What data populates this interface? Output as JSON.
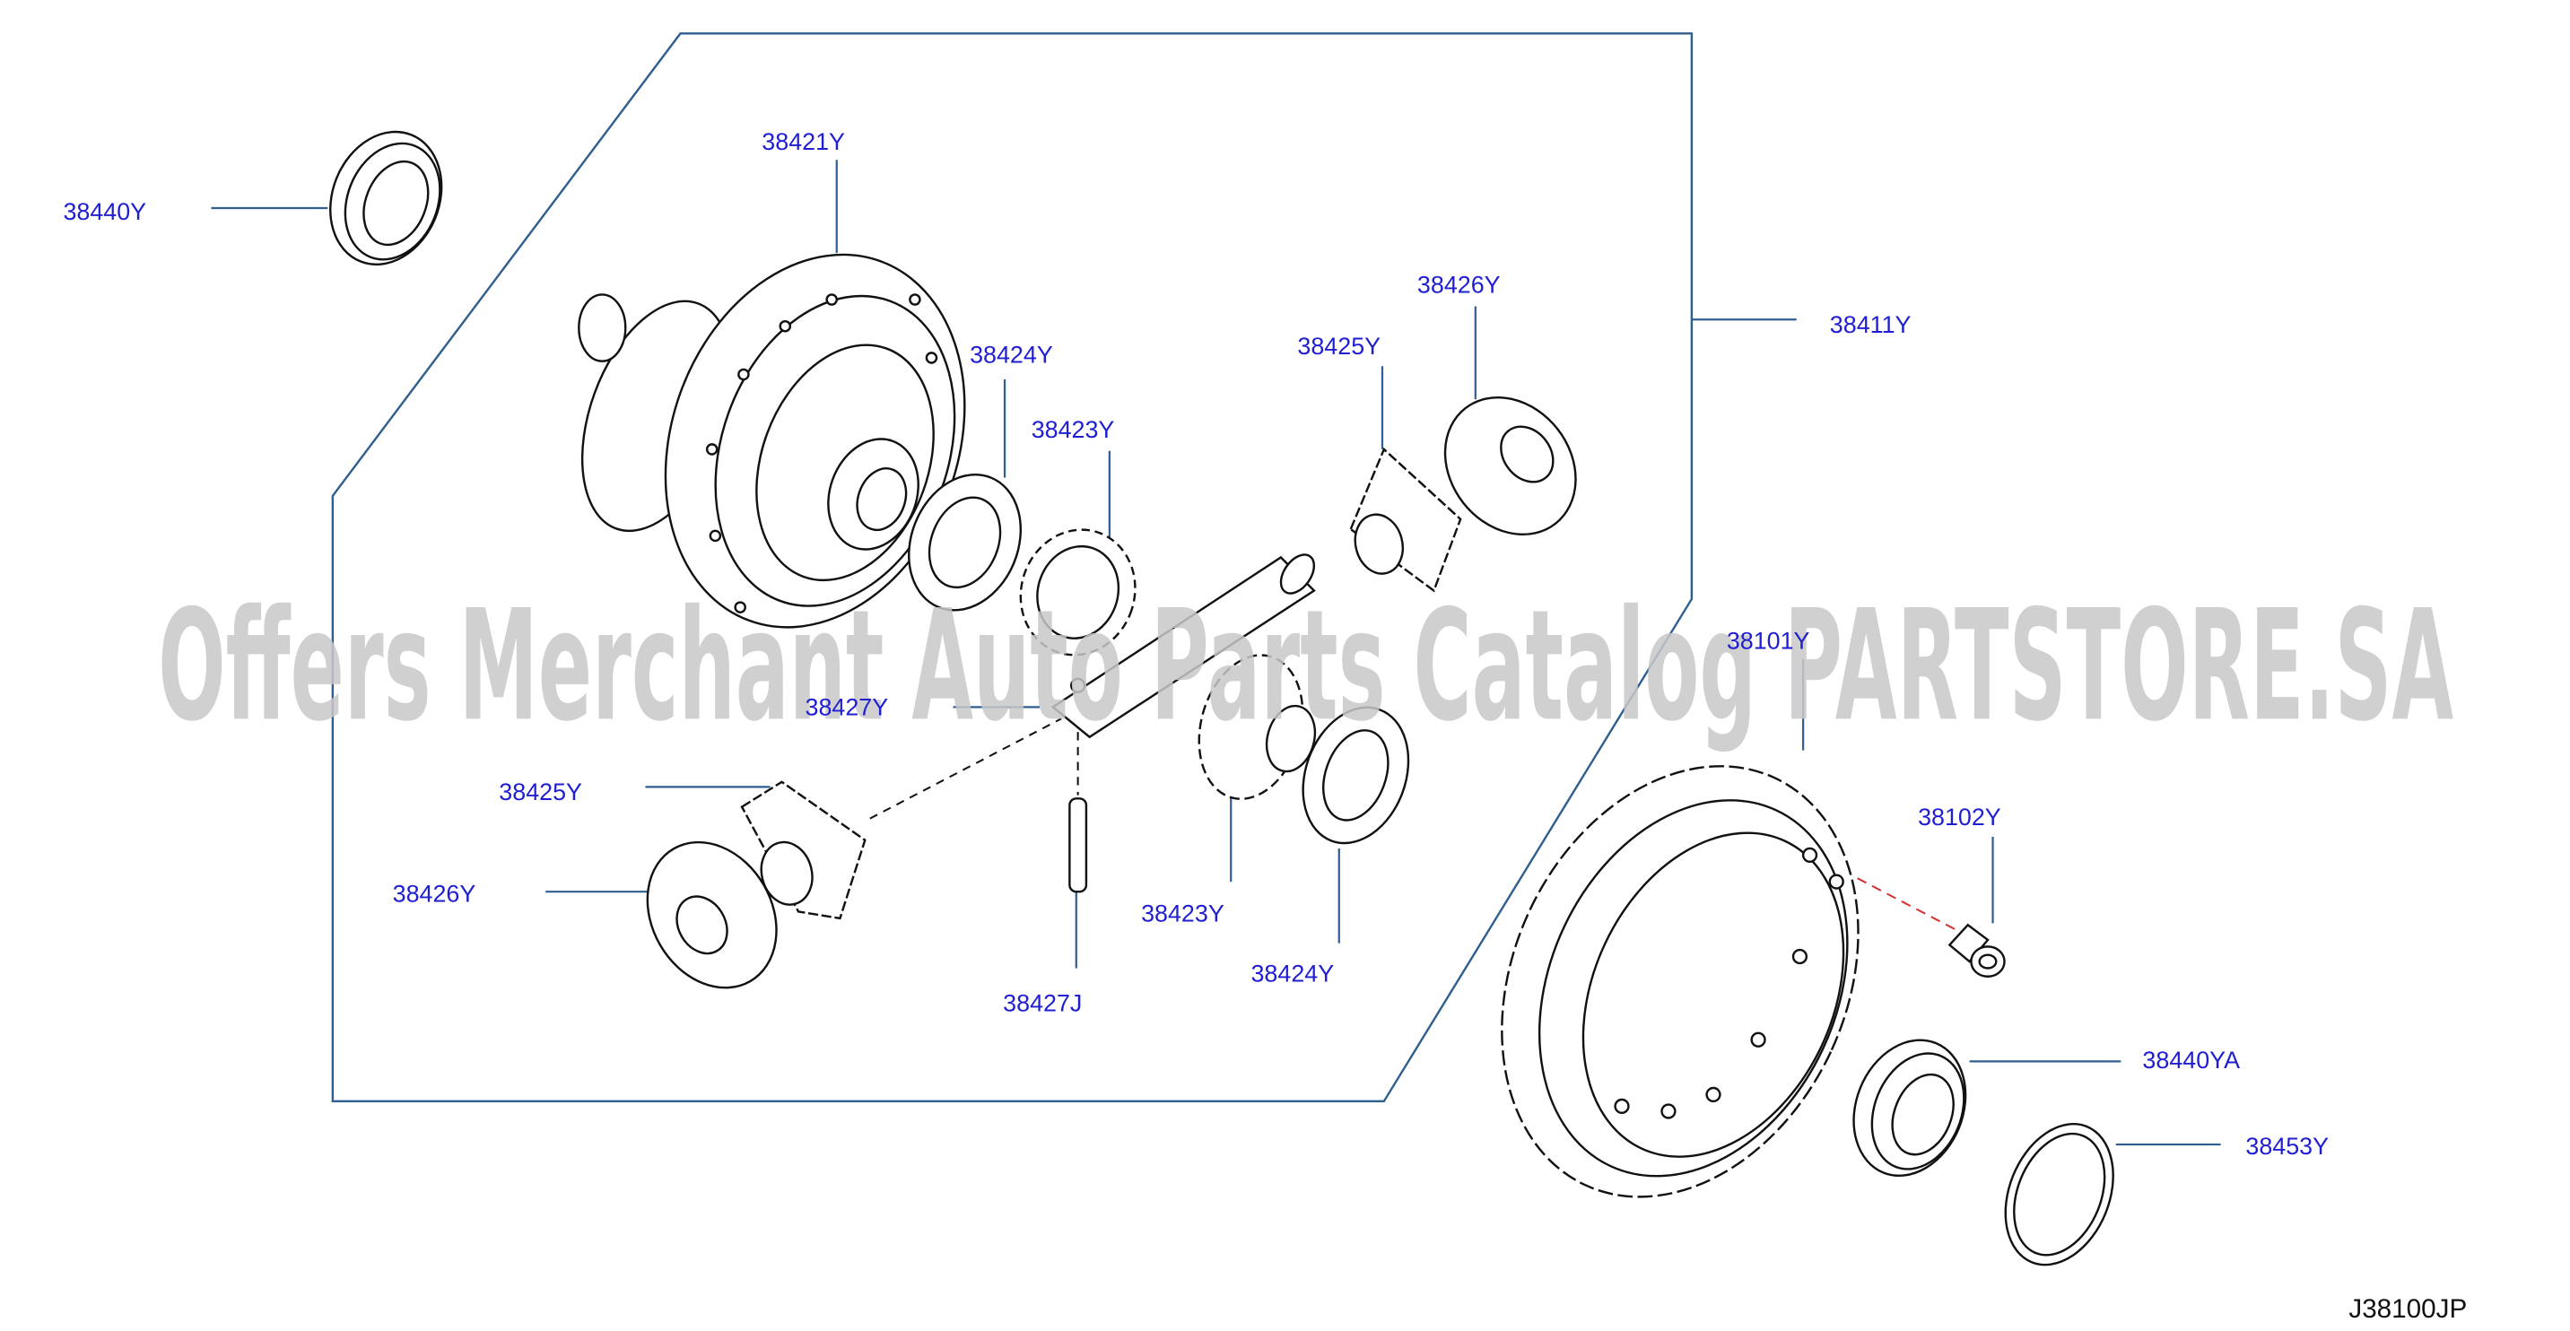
{
  "colors": {
    "background": "#ffffff",
    "part_label": "#1f1fd1",
    "leader_line": "#2e5f8f",
    "frame_line": "#2e5f8f",
    "drawing_line": "#111111",
    "bolt_dash": "#d33333",
    "watermark": "#c8c8c8",
    "diagram_code": "#111111"
  },
  "labels": {
    "p38440Y": "38440Y",
    "p38421Y": "38421Y",
    "p38424Y_top": "38424Y",
    "p38423Y_top": "38423Y",
    "p38425Y_top": "38425Y",
    "p38426Y_top": "38426Y",
    "p38411Y": "38411Y",
    "p38427Y": "38427Y",
    "p38425Y_left": "38425Y",
    "p38426Y_left": "38426Y",
    "p38423Y_bottom": "38423Y",
    "p38424Y_bottom": "38424Y",
    "p38427J": "38427J",
    "p38101Y": "38101Y",
    "p38102Y": "38102Y",
    "p38440YA": "38440YA",
    "p38453Y": "38453Y"
  },
  "watermark": "Offers Merchant Auto Parts Catalog PARTSTORE.SA",
  "diagram_code": "J38100JP"
}
